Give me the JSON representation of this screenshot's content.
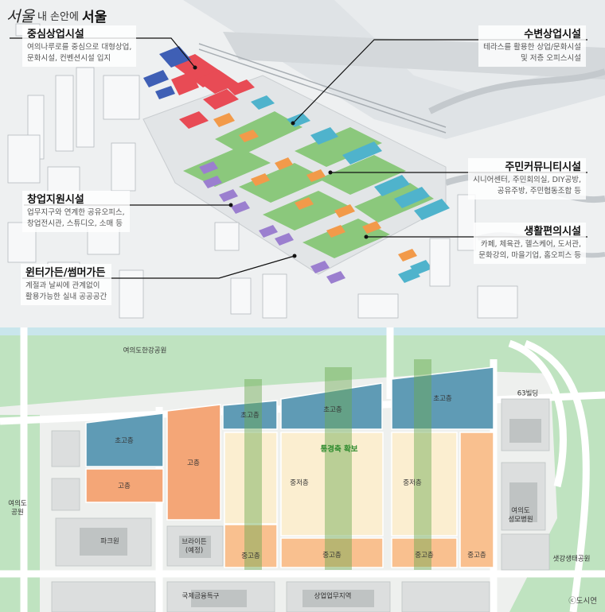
{
  "logo": {
    "mark": "서울",
    "text": "내 손안에",
    "big": "서울"
  },
  "callouts": [
    {
      "title": "중심상업시설",
      "desc": "여의나루로를 중심으로 대형상업,\n문화시설, 컨벤션시설 입지"
    },
    {
      "title": "수변상업시설",
      "desc": "테라스를 활용한 상업/문화시설\n및 저층 오피스시설"
    },
    {
      "title": "주민커뮤니티시설",
      "desc": "시니어센터, 주민회의실, DIY공방,\n공유주방, 주민협동조합 등"
    },
    {
      "title": "창업지원시설",
      "desc": "업무지구와 연계한 공유오피스,\n창업전시관, 스튜디오, 소매 등"
    },
    {
      "title": "생활편의시설",
      "desc": "카페, 체육관, 헬스케어, 도서관,\n문화강의, 마을기업, 홈오피스 등"
    },
    {
      "title": "윈터가든/썸머가든",
      "desc": "계절과 날씨에 관계없이\n활용가능한 실내 공공공간"
    }
  ],
  "map": {
    "places": [
      "여의도한강공원",
      "63빌딩",
      "여의도\n공원",
      "파크원",
      "브라이튼\n(예정)",
      "여의도\n성모병원",
      "샛강생태공원",
      "국제금융특구",
      "상업업무지역"
    ],
    "zones": [
      "초고층",
      "초고층",
      "초고층",
      "초고층",
      "고층",
      "고층",
      "중저층",
      "중저층",
      "중고층",
      "중고층",
      "중고층",
      "중고층"
    ],
    "corridor": "통경축 확보",
    "credit": "ⓒ도시연"
  },
  "colors": {
    "commercial_red": "#e84b55",
    "office_blue": "#3f5fb5",
    "teal": "#4fb3cc",
    "orange": "#f29a4a",
    "purple": "#9b7fcf",
    "green": "#7cc46a",
    "supertall": "#5f9bb5",
    "high": "#f4a677",
    "midlow": "#fbeed0",
    "midhigh": "#f9c08f",
    "park": "#bfe3c0",
    "river": "#c9e6ec"
  }
}
